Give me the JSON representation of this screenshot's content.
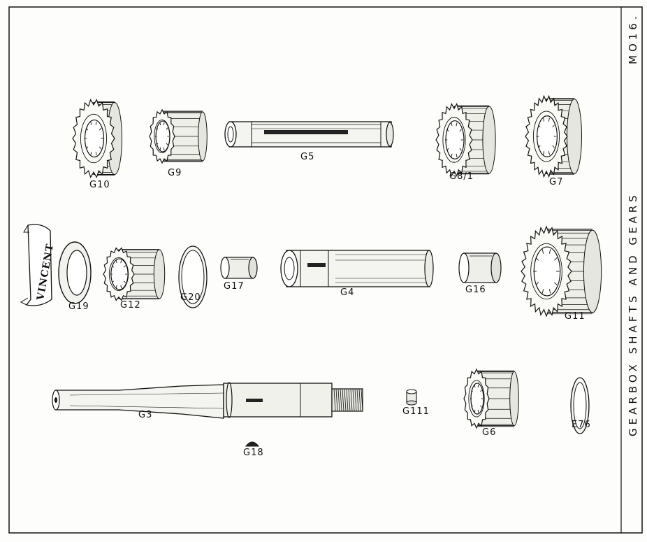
{
  "sheet": {
    "code": "MO16.",
    "title": "GEARBOX SHAFTS AND GEARS",
    "logo_text": "VINCENT"
  },
  "parts": {
    "g10": "G10",
    "g9": "G9",
    "g5": "G5",
    "g8_1": "G8/1",
    "g7": "G7",
    "g19": "G19",
    "g12": "G12",
    "g20": "G20",
    "g17": "G17",
    "g4": "G4",
    "g16": "G16",
    "g11": "G11",
    "g3": "G3",
    "g18": "G18",
    "g111": "G111",
    "g6": "G6",
    "e76": "E76"
  }
}
